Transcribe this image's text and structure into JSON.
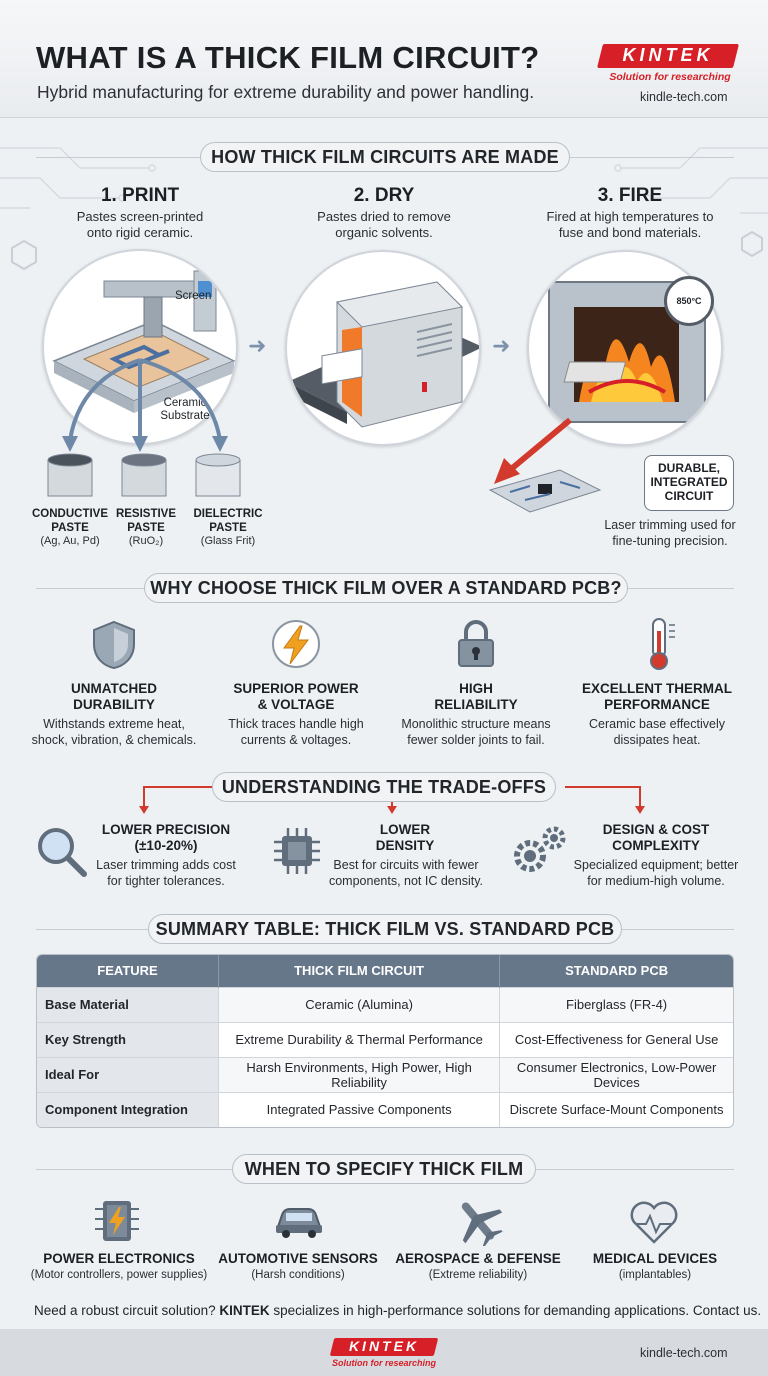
{
  "header": {
    "title": "WHAT IS A THICK FILM CIRCUIT?",
    "subtitle": "Hybrid manufacturing for extreme durability and power handling.",
    "logo": "KINTEK",
    "tagline": "Solution for researching",
    "site": "kindle-tech.com"
  },
  "made": {
    "heading": "HOW THICK FILM CIRCUITS ARE MADE",
    "steps": [
      {
        "title": "1. PRINT",
        "desc1": "Pastes screen-printed",
        "desc2": "onto rigid ceramic."
      },
      {
        "title": "2. DRY",
        "desc1": "Pastes dried to remove",
        "desc2": "organic solvents."
      },
      {
        "title": "3. FIRE",
        "desc1": "Fired at high temperatures to",
        "desc2": "fuse and bond materials."
      }
    ],
    "screen_label": "Screen",
    "substrate_label1": "Ceramic",
    "substrate_label2": "Substrate",
    "temperature": "850°C",
    "pastes": [
      {
        "name1": "CONDUCTIVE",
        "name2": "PASTE",
        "sub": "(Ag, Au, Pd)"
      },
      {
        "name1": "RESISTIVE",
        "name2": "PASTE",
        "sub": "(RuO₂)"
      },
      {
        "name1": "DIELECTRIC",
        "name2": "PASTE",
        "sub": "(Glass Frit)"
      }
    ],
    "result1": "DURABLE,",
    "result2": "INTEGRATED",
    "result3": "CIRCUIT",
    "laser1": "Laser trimming used for",
    "laser2": "fine-tuning precision."
  },
  "why": {
    "heading": "WHY CHOOSE THICK FILM OVER A STANDARD PCB?",
    "features": [
      {
        "icon": "shield-icon",
        "t1": "UNMATCHED",
        "t2": "DURABILITY",
        "d1": "Withstands extreme heat,",
        "d2": "shock, vibration, & chemicals."
      },
      {
        "icon": "lightning-icon",
        "t1": "SUPERIOR POWER",
        "t2": "& VOLTAGE",
        "d1": "Thick traces handle high",
        "d2": "currents & voltages."
      },
      {
        "icon": "lock-icon",
        "t1": "HIGH",
        "t2": "RELIABILITY",
        "d1": "Monolithic structure means",
        "d2": "fewer solder joints to fail."
      },
      {
        "icon": "thermometer-icon",
        "t1": "EXCELLENT THERMAL",
        "t2": "PERFORMANCE",
        "d1": "Ceramic base effectively",
        "d2": "dissipates heat."
      }
    ]
  },
  "tradeoffs": {
    "heading": "UNDERSTANDING THE TRADE-OFFS",
    "items": [
      {
        "icon": "magnifier-icon",
        "t1": "LOWER PRECISION",
        "t2": "(±10-20%)",
        "d1": "Laser trimming adds cost",
        "d2": "for tighter tolerances."
      },
      {
        "icon": "chip-icon",
        "t1": "LOWER",
        "t2": "DENSITY",
        "d1": "Best for circuits with fewer",
        "d2": "components, not IC density."
      },
      {
        "icon": "gears-icon",
        "t1": "DESIGN & COST",
        "t2": "COMPLEXITY",
        "d1": "Specialized equipment; better",
        "d2": "for medium-high volume."
      }
    ]
  },
  "summary": {
    "heading": "SUMMARY TABLE: THICK FILM VS. STANDARD PCB",
    "headers": [
      "FEATURE",
      "THICK FILM CIRCUIT",
      "STANDARD PCB"
    ],
    "rows": [
      [
        "Base Material",
        "Ceramic (Alumina)",
        "Fiberglass (FR-4)"
      ],
      [
        "Key Strength",
        "Extreme Durability & Thermal Performance",
        "Cost-Effectiveness for General Use"
      ],
      [
        "Ideal For",
        "Harsh Environments, High Power, High Reliability",
        "Consumer Electronics, Low-Power Devices"
      ],
      [
        "Component Integration",
        "Integrated Passive Components",
        "Discrete Surface-Mount Components"
      ]
    ]
  },
  "when": {
    "heading": "WHEN TO SPECIFY THICK FILM",
    "apps": [
      {
        "icon": "power-module-icon",
        "title": "POWER ELECTRONICS",
        "sub": "(Motor controllers, power supplies)"
      },
      {
        "icon": "car-icon",
        "title": "AUTOMOTIVE SENSORS",
        "sub": "(Harsh conditions)"
      },
      {
        "icon": "airplane-icon",
        "title": "AEROSPACE & DEFENSE",
        "sub": "(Extreme reliability)"
      },
      {
        "icon": "heart-icon",
        "title": "MEDICAL DEVICES",
        "sub": "(implantables)"
      }
    ]
  },
  "cta": {
    "pre": "Need a robust circuit solution?",
    "brand": "KINTEK",
    "post": "specializes in high-performance solutions for demanding applications. Contact us."
  },
  "colors": {
    "brand_red": "#d61f26",
    "accent_blue": "#5b7da6",
    "table_header": "#66778a"
  }
}
